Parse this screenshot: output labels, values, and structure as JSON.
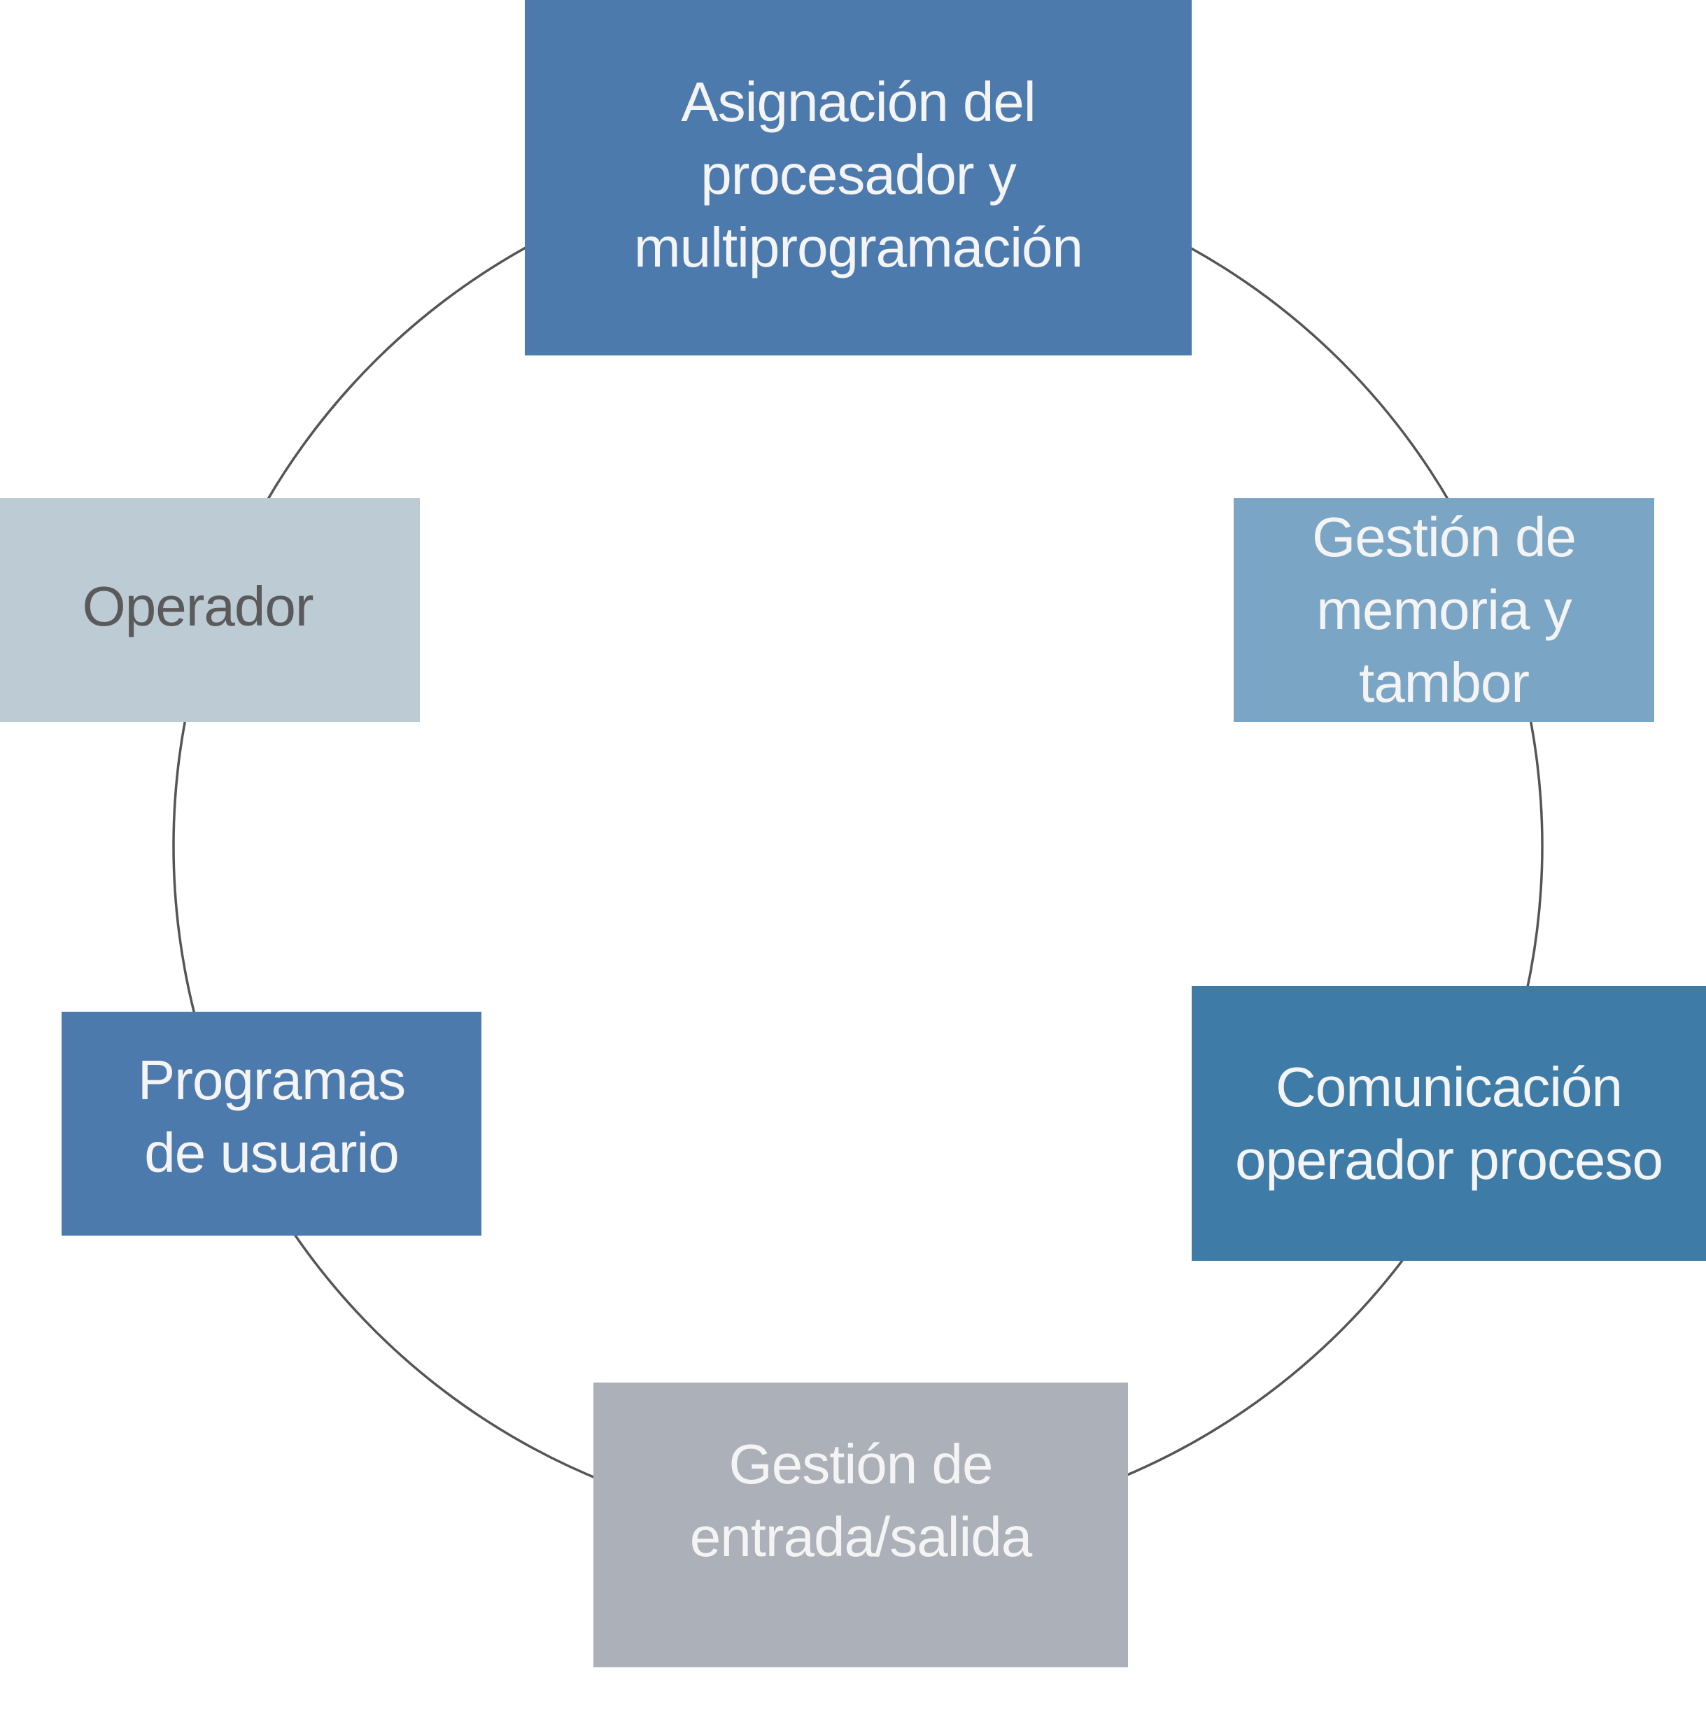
{
  "diagram": {
    "type": "cycle",
    "connector_color": "#555555",
    "nodes": [
      {
        "id": "processor",
        "label": "Asignación del\nprocesador y\nmultiprogramación",
        "color": "#4c7aad",
        "text_color": "#f4f4f5"
      },
      {
        "id": "memory",
        "label": "Gestión de\nmemoria y\ntambor",
        "color": "#7aa5c4",
        "text_color": "#f4f4f5"
      },
      {
        "id": "communication",
        "label": "Comunicación\noperador  proceso",
        "color": "#3e7ca7",
        "text_color": "#f4f4f5"
      },
      {
        "id": "io",
        "label": "Gestión de\nentrada/salida",
        "color": "#acb0b8",
        "text_color": "#f4f4f5"
      },
      {
        "id": "user-programs",
        "label": "Programas\nde usuario",
        "color": "#4c7aad",
        "text_color": "#f4f4f5"
      },
      {
        "id": "operator",
        "label": "Operador",
        "color": "#bdcbd5",
        "text_color": "#5a5a5a"
      }
    ]
  }
}
